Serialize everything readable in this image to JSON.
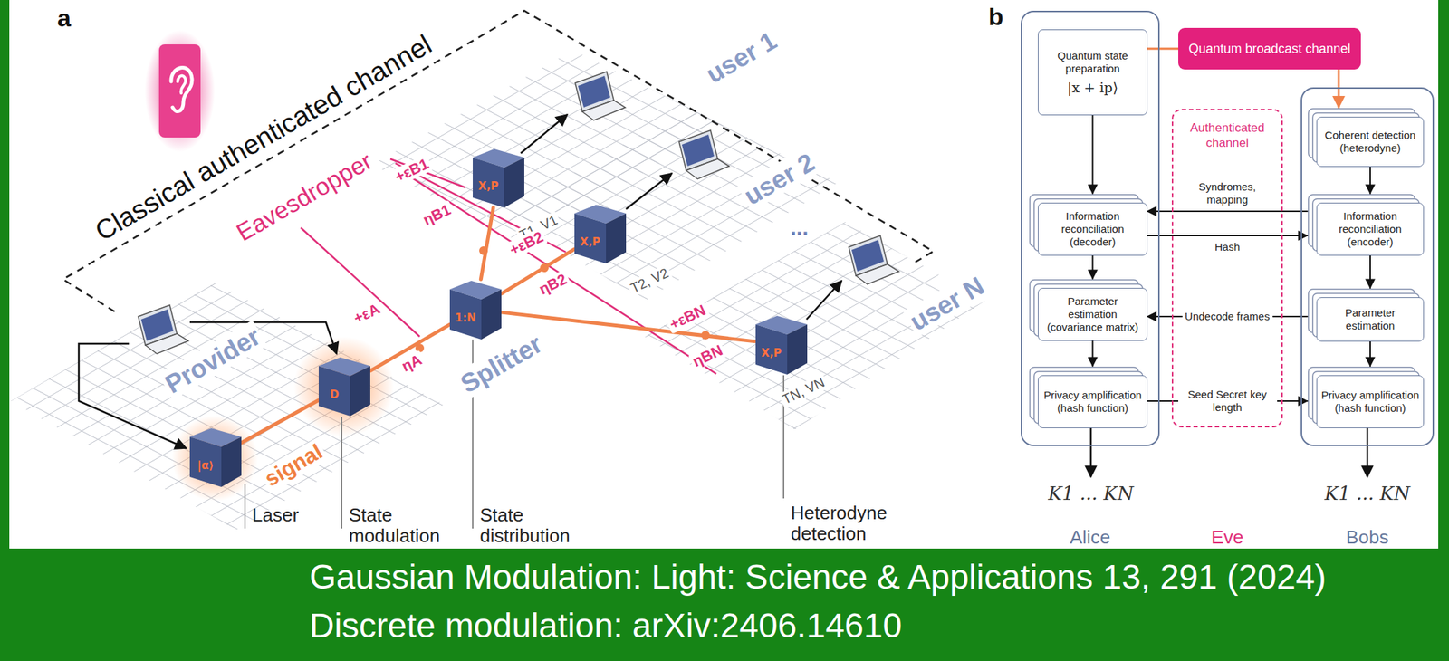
{
  "diagram": {
    "nodes": [
      {
        "text": [
          "|α⟩"
        ]
      },
      {
        "text": [
          "D"
        ]
      },
      {
        "text": [
          "1:N"
        ]
      },
      {
        "text": [
          "X,P"
        ]
      },
      {
        "text": [
          "X,P"
        ]
      },
      {
        "text": [
          "X,P"
        ]
      },
      {
        "text": [
          "Alice"
        ]
      },
      {
        "text": [
          "Quantum state preparation",
          "|x + ip⟩"
        ],
        "in": 6
      },
      {
        "text": [
          "Information reconciliation (decoder)"
        ],
        "in": 6
      },
      {
        "text": [
          "Parameter estimation (covariance matrix)"
        ],
        "in": 6
      },
      {
        "text": [
          "Privacy amplification (hash function)"
        ],
        "in": 6
      },
      {
        "text": [
          "Quantum broadcast channel"
        ]
      },
      {
        "text": [
          "Eve",
          "Authenticated channel"
        ]
      },
      {
        "text": [
          "Bobs"
        ]
      },
      {
        "text": [
          "Coherent detection (heterodyne)"
        ],
        "in": 13
      },
      {
        "text": [
          "Information reconciliation (encoder)"
        ],
        "in": 13
      },
      {
        "text": [
          "Parameter estimation"
        ],
        "in": 13
      },
      {
        "text": [
          "Privacy amplification (hash function)"
        ],
        "in": 13
      }
    ],
    "edges": [
      {
        "from": 0,
        "to": 1,
        "arrow": "none"
      },
      {
        "from": 1,
        "to": 2,
        "arrow": "none"
      },
      {
        "from": 2,
        "to": 3,
        "arrow": "none"
      },
      {
        "from": 2,
        "to": 4,
        "arrow": "none"
      },
      {
        "from": 2,
        "to": 5,
        "arrow": "none"
      },
      {
        "from": 7,
        "to": 11,
        "arrow": "none"
      },
      {
        "from": 11,
        "to": 14,
        "arrow": "to"
      },
      {
        "from": 7,
        "to": 8,
        "arrow": "to"
      },
      {
        "from": 14,
        "to": 15,
        "arrow": "to"
      },
      {
        "from": 15,
        "to": 8,
        "label": "Syndromes, mapping",
        "arrow": "to"
      },
      {
        "from": 8,
        "to": 15,
        "label": "Hash",
        "arrow": "to"
      },
      {
        "from": 8,
        "to": 9,
        "arrow": "to"
      },
      {
        "from": 15,
        "to": 16,
        "arrow": "to"
      },
      {
        "from": 16,
        "to": 9,
        "label": "Undecode frames",
        "arrow": "to"
      },
      {
        "from": 9,
        "to": 10,
        "arrow": "to"
      },
      {
        "from": 16,
        "to": 17,
        "arrow": "to"
      },
      {
        "from": 10,
        "to": 17,
        "label": "Seed Secret key length",
        "arrow": "to"
      }
    ],
    "labels": [
      "a",
      "Classical authenticated channel",
      "Eavesdropper",
      "Provider",
      "signal",
      "Splitter",
      "user 1",
      "user 2",
      "...",
      "user N",
      "+εA",
      "ηA",
      "+εB1",
      "ηB1",
      "T1, V1",
      "+εB2",
      "ηB2",
      "T2, V2",
      "+εBN",
      "ηBN",
      "TN, VN",
      "Laser",
      "State modulation",
      "State distribution",
      "Heterodyne detection",
      "b",
      "K1 ... KN",
      "K1 ... KN",
      "Gaussian Modulation: Light: Science & Applications 13, 291 (2024)",
      "Discrete modulation: arXiv:2406.14610"
    ]
  }
}
